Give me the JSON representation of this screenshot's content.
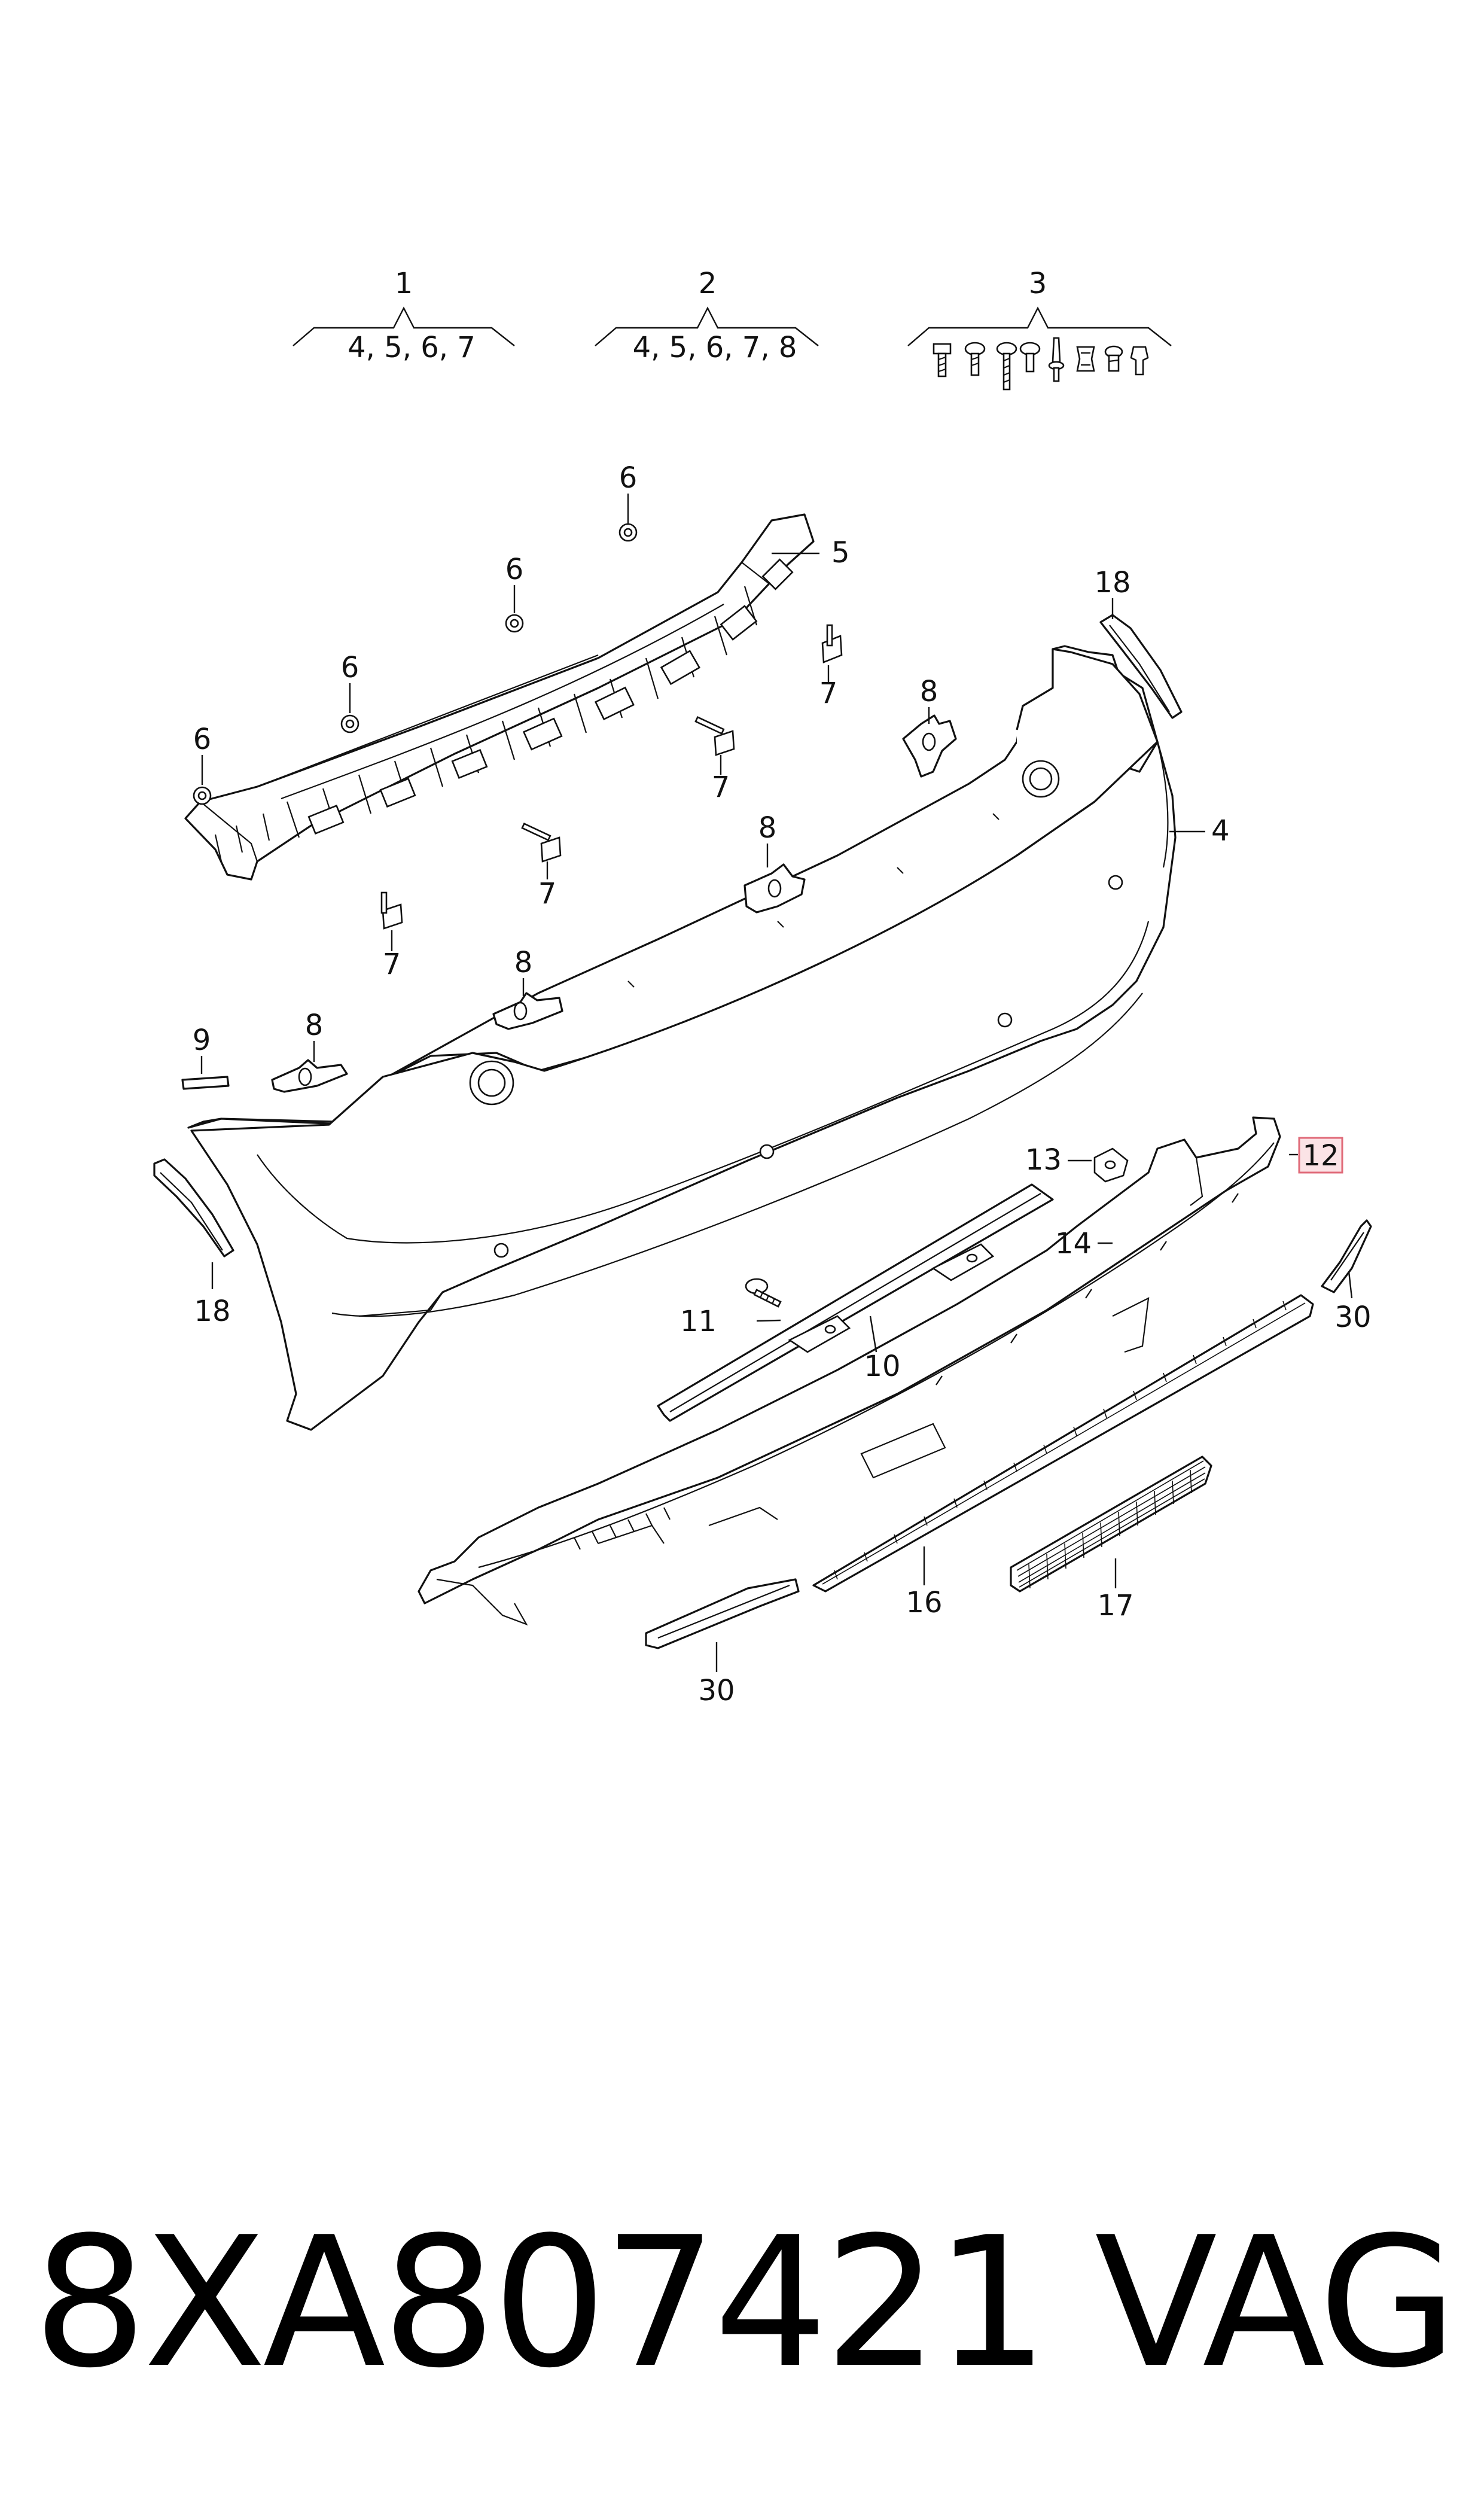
{
  "groups": [
    {
      "number": "1",
      "contents": "4, 5, 6, 7"
    },
    {
      "number": "2",
      "contents": "4, 5, 6, 7, 8"
    },
    {
      "number": "3",
      "contents": ""
    }
  ],
  "callouts": {
    "n4": "4",
    "n5": "5",
    "n6": "6",
    "n7": "7",
    "n8": "8",
    "n9": "9",
    "n10": "10",
    "n11": "11",
    "n12": "12",
    "n13": "13",
    "n14": "14",
    "n16": "16",
    "n17": "17",
    "n18": "18",
    "n30": "30"
  },
  "footer": {
    "part_number": "8XA807421",
    "brand": "VAG"
  },
  "colors": {
    "highlight_box_stroke": "#e06a78",
    "highlight_box_fill": "#fbe3e6"
  }
}
